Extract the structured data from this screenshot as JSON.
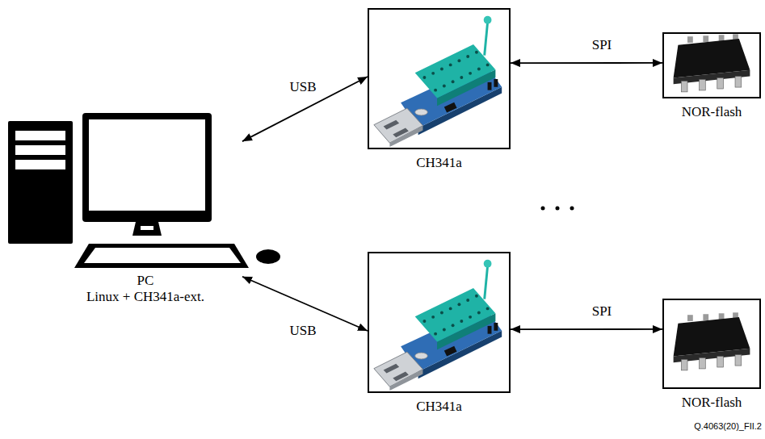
{
  "diagram": {
    "nodes": [
      {
        "text": [
          "PC",
          "Linux + CH341a-ext."
        ]
      },
      {
        "text": [
          "CH341a"
        ]
      },
      {
        "text": [
          "NOR-flash"
        ]
      },
      {
        "text": [
          "CH341a"
        ]
      },
      {
        "text": [
          "NOR-flash"
        ]
      }
    ],
    "edges": [
      {
        "from": 0,
        "to": 1,
        "label": "USB",
        "arrow": "both"
      },
      {
        "from": 1,
        "to": 2,
        "label": "SPI",
        "arrow": "both"
      },
      {
        "from": 0,
        "to": 3,
        "label": "USB",
        "arrow": "both"
      },
      {
        "from": 3,
        "to": 4,
        "label": "SPI",
        "arrow": "both"
      }
    ],
    "labels": [
      "Q.4063(20)_FII.2"
    ]
  }
}
